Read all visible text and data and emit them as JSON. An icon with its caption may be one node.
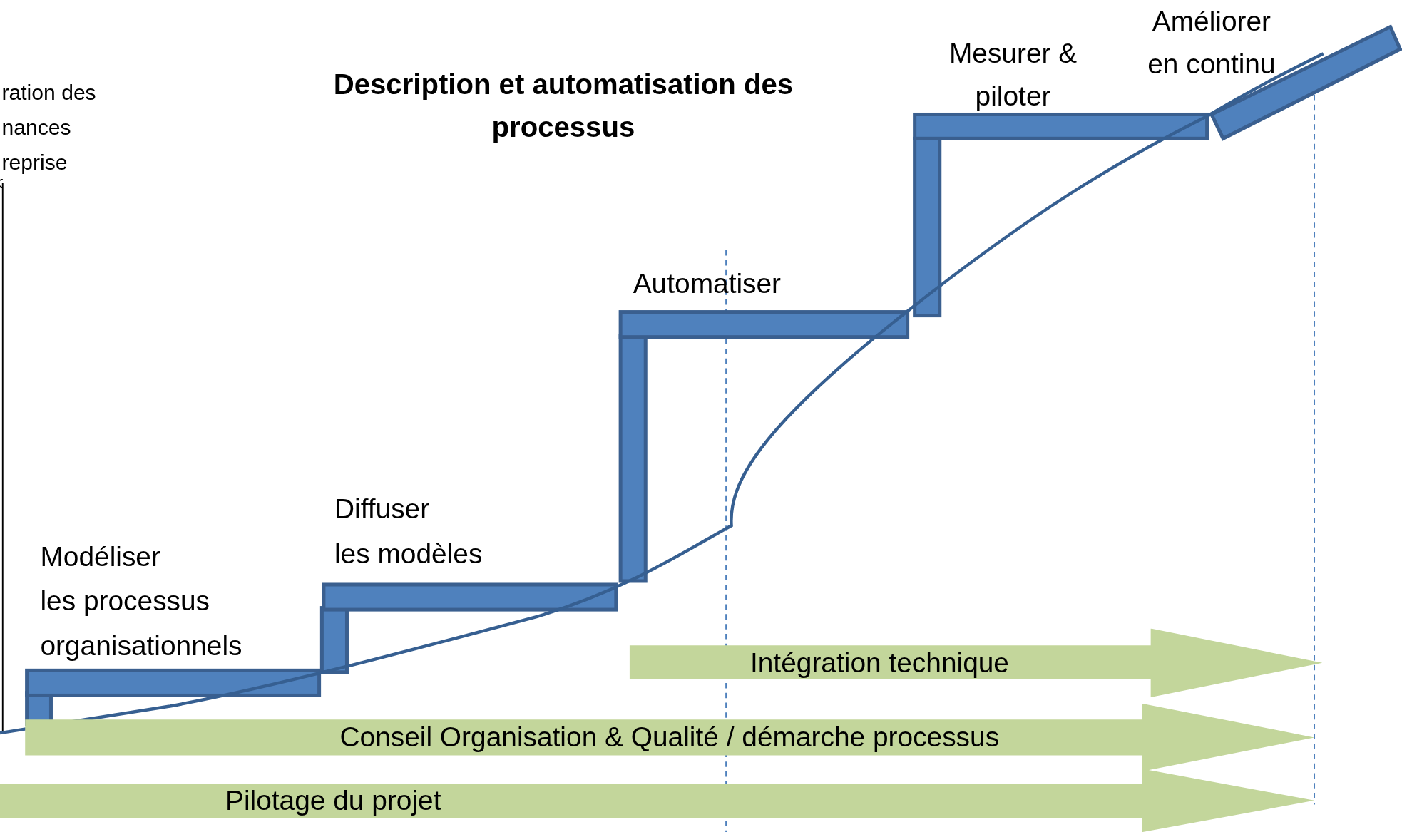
{
  "diagram": {
    "title": "Description et automatisation des processus",
    "nodes": [
      {
        "text": [
          "Intégration technique"
        ]
      },
      {
        "text": [
          "Conseil Organisation & Qualité / démarche processus"
        ]
      },
      {
        "text": [
          "Pilotage du projet"
        ]
      }
    ],
    "labels": [
      "ration des nances reprise",
      "Modéliser les processus organisationnels",
      "Diffuser les modèles",
      "Automatiser",
      "Mesurer & piloter",
      "Améliorer en continu"
    ]
  }
}
